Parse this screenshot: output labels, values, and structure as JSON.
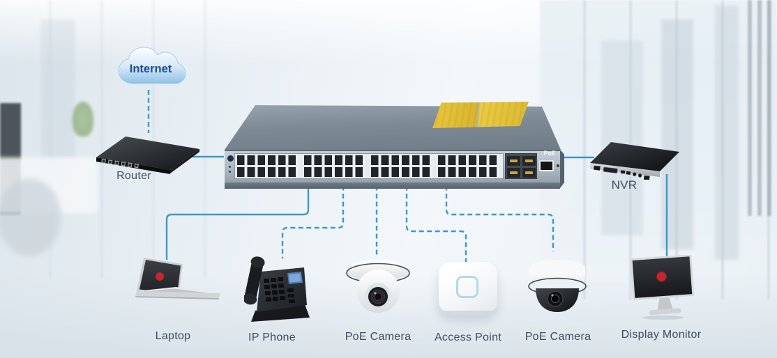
{
  "diagram": {
    "type": "network-topology",
    "description": "PoE switch application diagram connecting office and security devices"
  },
  "nodes": {
    "internet": {
      "label": "Internet",
      "type": "cloud"
    },
    "router": {
      "label": "Router",
      "type": "router"
    },
    "poe_switch": {
      "poe_badge": "PoE",
      "type": "switch",
      "visible_ports": "48x RJ45 in 4 groups, 4x SFP, 1x console"
    },
    "nvr": {
      "label": "NVR",
      "type": "network-video-recorder"
    },
    "laptop": {
      "label": "Laptop",
      "type": "laptop"
    },
    "ip_phone": {
      "label": "IP Phone",
      "type": "desk-phone"
    },
    "poe_camera_left": {
      "label": "PoE Camera",
      "type": "turret-camera"
    },
    "access_point": {
      "label": "Access Point",
      "type": "wireless-ap"
    },
    "poe_camera_right": {
      "label": "PoE Camera",
      "type": "dome-camera"
    },
    "display_monitor": {
      "label": "Display Monitor",
      "type": "monitor"
    }
  },
  "connections": [
    {
      "from": "internet",
      "to": "router",
      "style": "dashed"
    },
    {
      "from": "router",
      "to": "poe_switch",
      "style": "solid"
    },
    {
      "from": "poe_switch",
      "to": "nvr",
      "style": "solid"
    },
    {
      "from": "poe_switch",
      "to": "laptop",
      "style": "solid"
    },
    {
      "from": "poe_switch",
      "to": "ip_phone",
      "style": "dashed"
    },
    {
      "from": "poe_switch",
      "to": "poe_camera_left",
      "style": "dashed"
    },
    {
      "from": "poe_switch",
      "to": "access_point",
      "style": "dashed"
    },
    {
      "from": "poe_switch",
      "to": "poe_camera_right",
      "style": "dashed"
    },
    {
      "from": "nvr",
      "to": "display_monitor",
      "style": "solid"
    }
  ],
  "colors": {
    "connection_line": "#3e97c9",
    "label_text": "#3f4c5e",
    "internet_text": "#1e4d8f",
    "switch_sticker_yellow": "#e4c23a",
    "camera_body": "#f4f6f7",
    "logo_red": "#c1272d"
  }
}
